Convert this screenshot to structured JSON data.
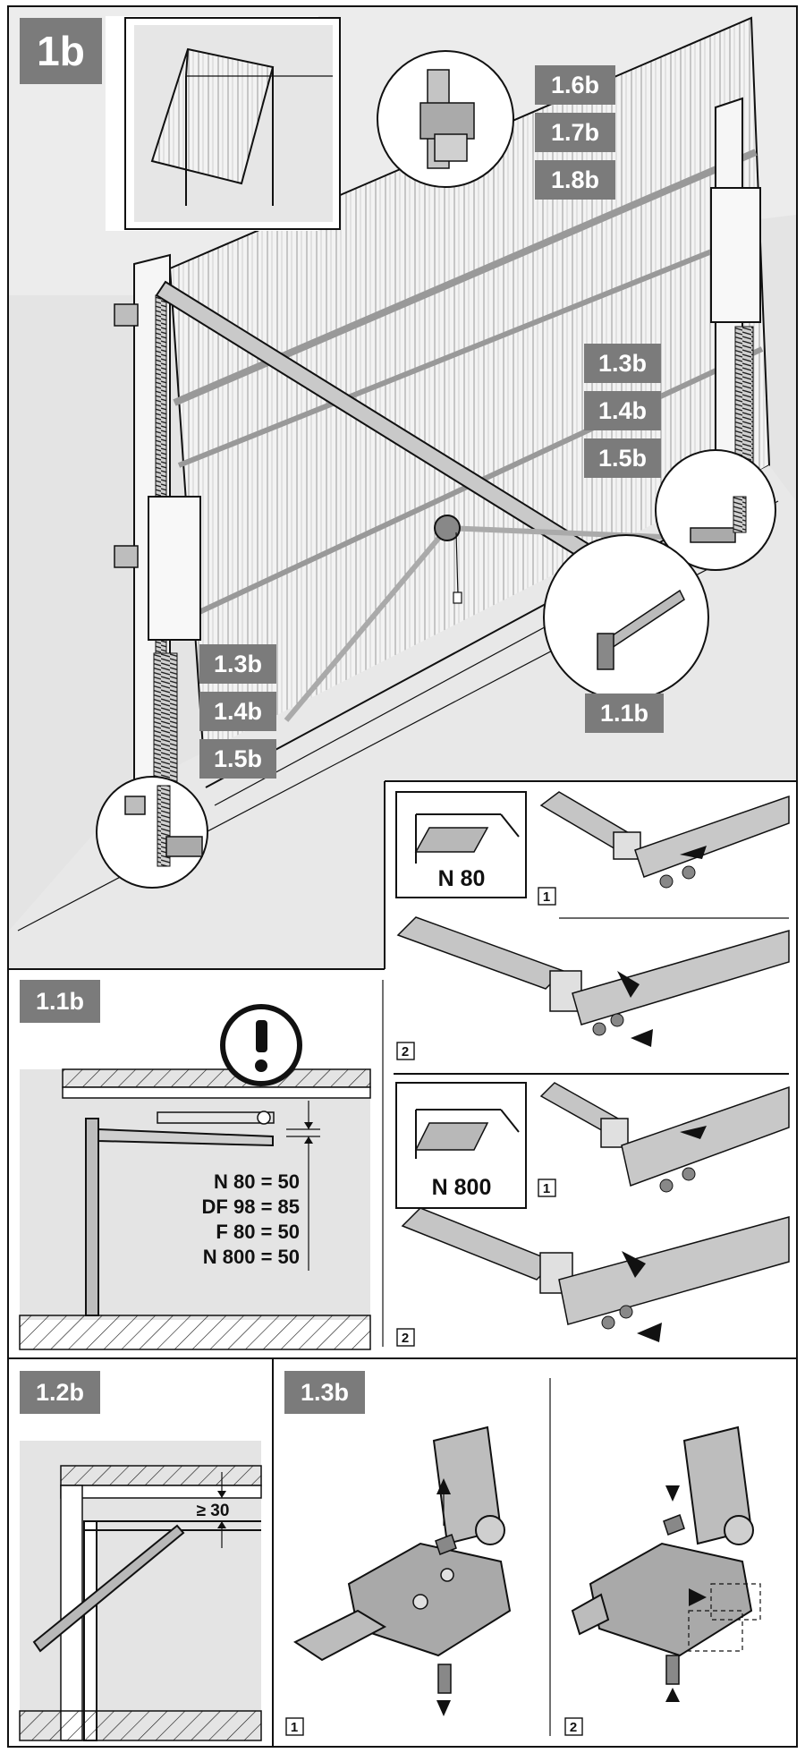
{
  "panels": {
    "main": {
      "label": "1b"
    },
    "p11": {
      "label": "1.1b"
    },
    "p12": {
      "label": "1.2b"
    },
    "p13": {
      "label": "1.3b"
    }
  },
  "callouts": {
    "top": [
      "1.6b",
      "1.7b",
      "1.8b"
    ],
    "right": [
      "1.3b",
      "1.4b",
      "1.5b"
    ],
    "left": [
      "1.3b",
      "1.4b",
      "1.5b"
    ],
    "bottom": "1.1b"
  },
  "door_types": {
    "a": "N 80",
    "b": "N 800"
  },
  "steps": {
    "one": "1",
    "two": "2"
  },
  "measurements": {
    "rows": [
      {
        "label": "N 80 = 50"
      },
      {
        "label": "DF 98 = 85"
      },
      {
        "label": "F 80 = 50"
      },
      {
        "label": "N 800 = 50"
      }
    ],
    "min_gap": "≥ 30"
  },
  "icons": {
    "warning": "exclamation-circle-icon"
  },
  "colors": {
    "label_bg": "#7b7b7b",
    "panel_bg": "#e4e4e4",
    "line": "#111111"
  }
}
